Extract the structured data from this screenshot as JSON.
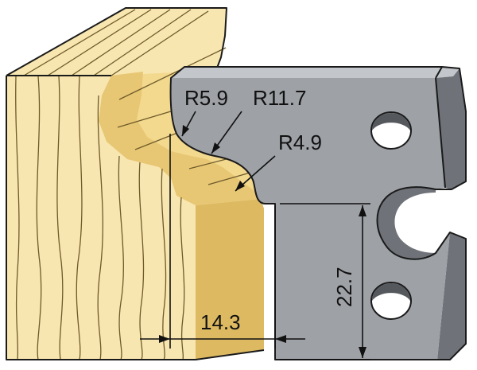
{
  "drawing": {
    "labels": {
      "radius_1": "R5.9",
      "radius_2": "R11.7",
      "radius_3": "R4.9",
      "width": "14.3",
      "height": "22.7"
    },
    "colors": {
      "wood_light": "#F8E6B0",
      "wood_mid": "#F3D98E",
      "wood_shade": "#E8C774",
      "wood_dark": "#DDB962",
      "grain": "#6E5A2A",
      "blade_face": "#9EA1A6",
      "blade_top": "#C3C6CA",
      "blade_side": "#6F7379",
      "hole_inner": "#55595E",
      "outline": "#1A1A1A",
      "dimension": "#111111"
    }
  }
}
